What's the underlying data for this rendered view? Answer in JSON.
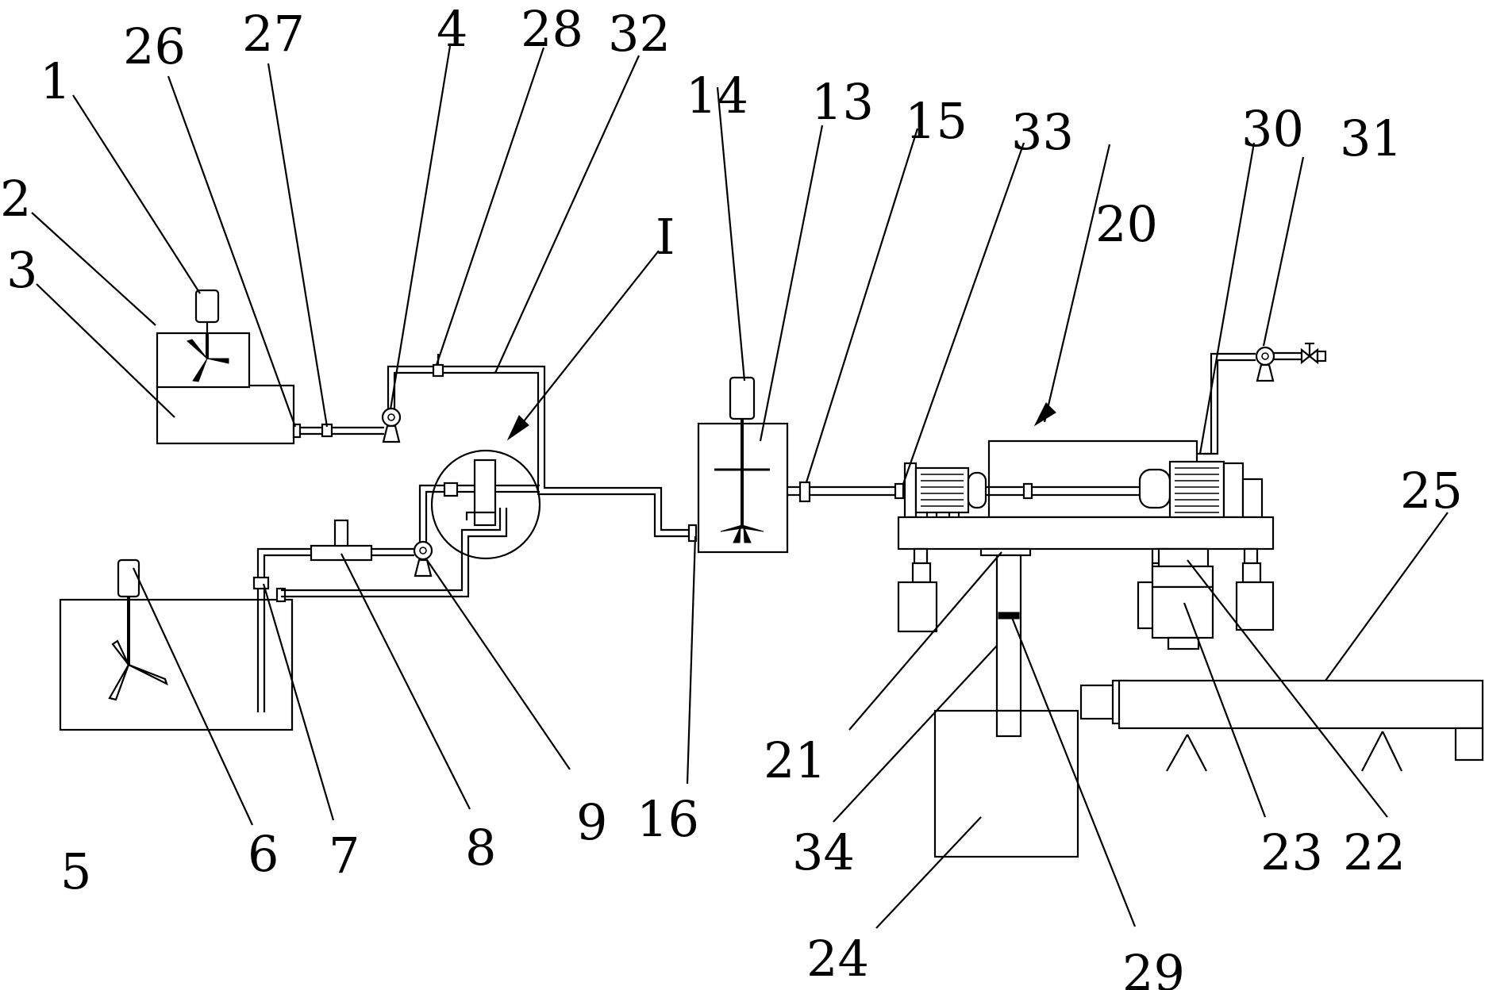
{
  "labels": {
    "l1": "1",
    "l2": "2",
    "l3": "3",
    "l4": "4",
    "l5": "5",
    "l6": "6",
    "l7": "7",
    "l8": "8",
    "l9": "9",
    "l13": "13",
    "l14": "14",
    "l15": "15",
    "l16": "16",
    "l20": "20",
    "l21": "21",
    "l22": "22",
    "l23": "23",
    "l24": "24",
    "l25": "25",
    "l26": "26",
    "l27": "27",
    "l28": "28",
    "l29": "29",
    "l30": "30",
    "l31": "31",
    "l32": "32",
    "l33": "33",
    "l34": "34",
    "lI": "I"
  }
}
